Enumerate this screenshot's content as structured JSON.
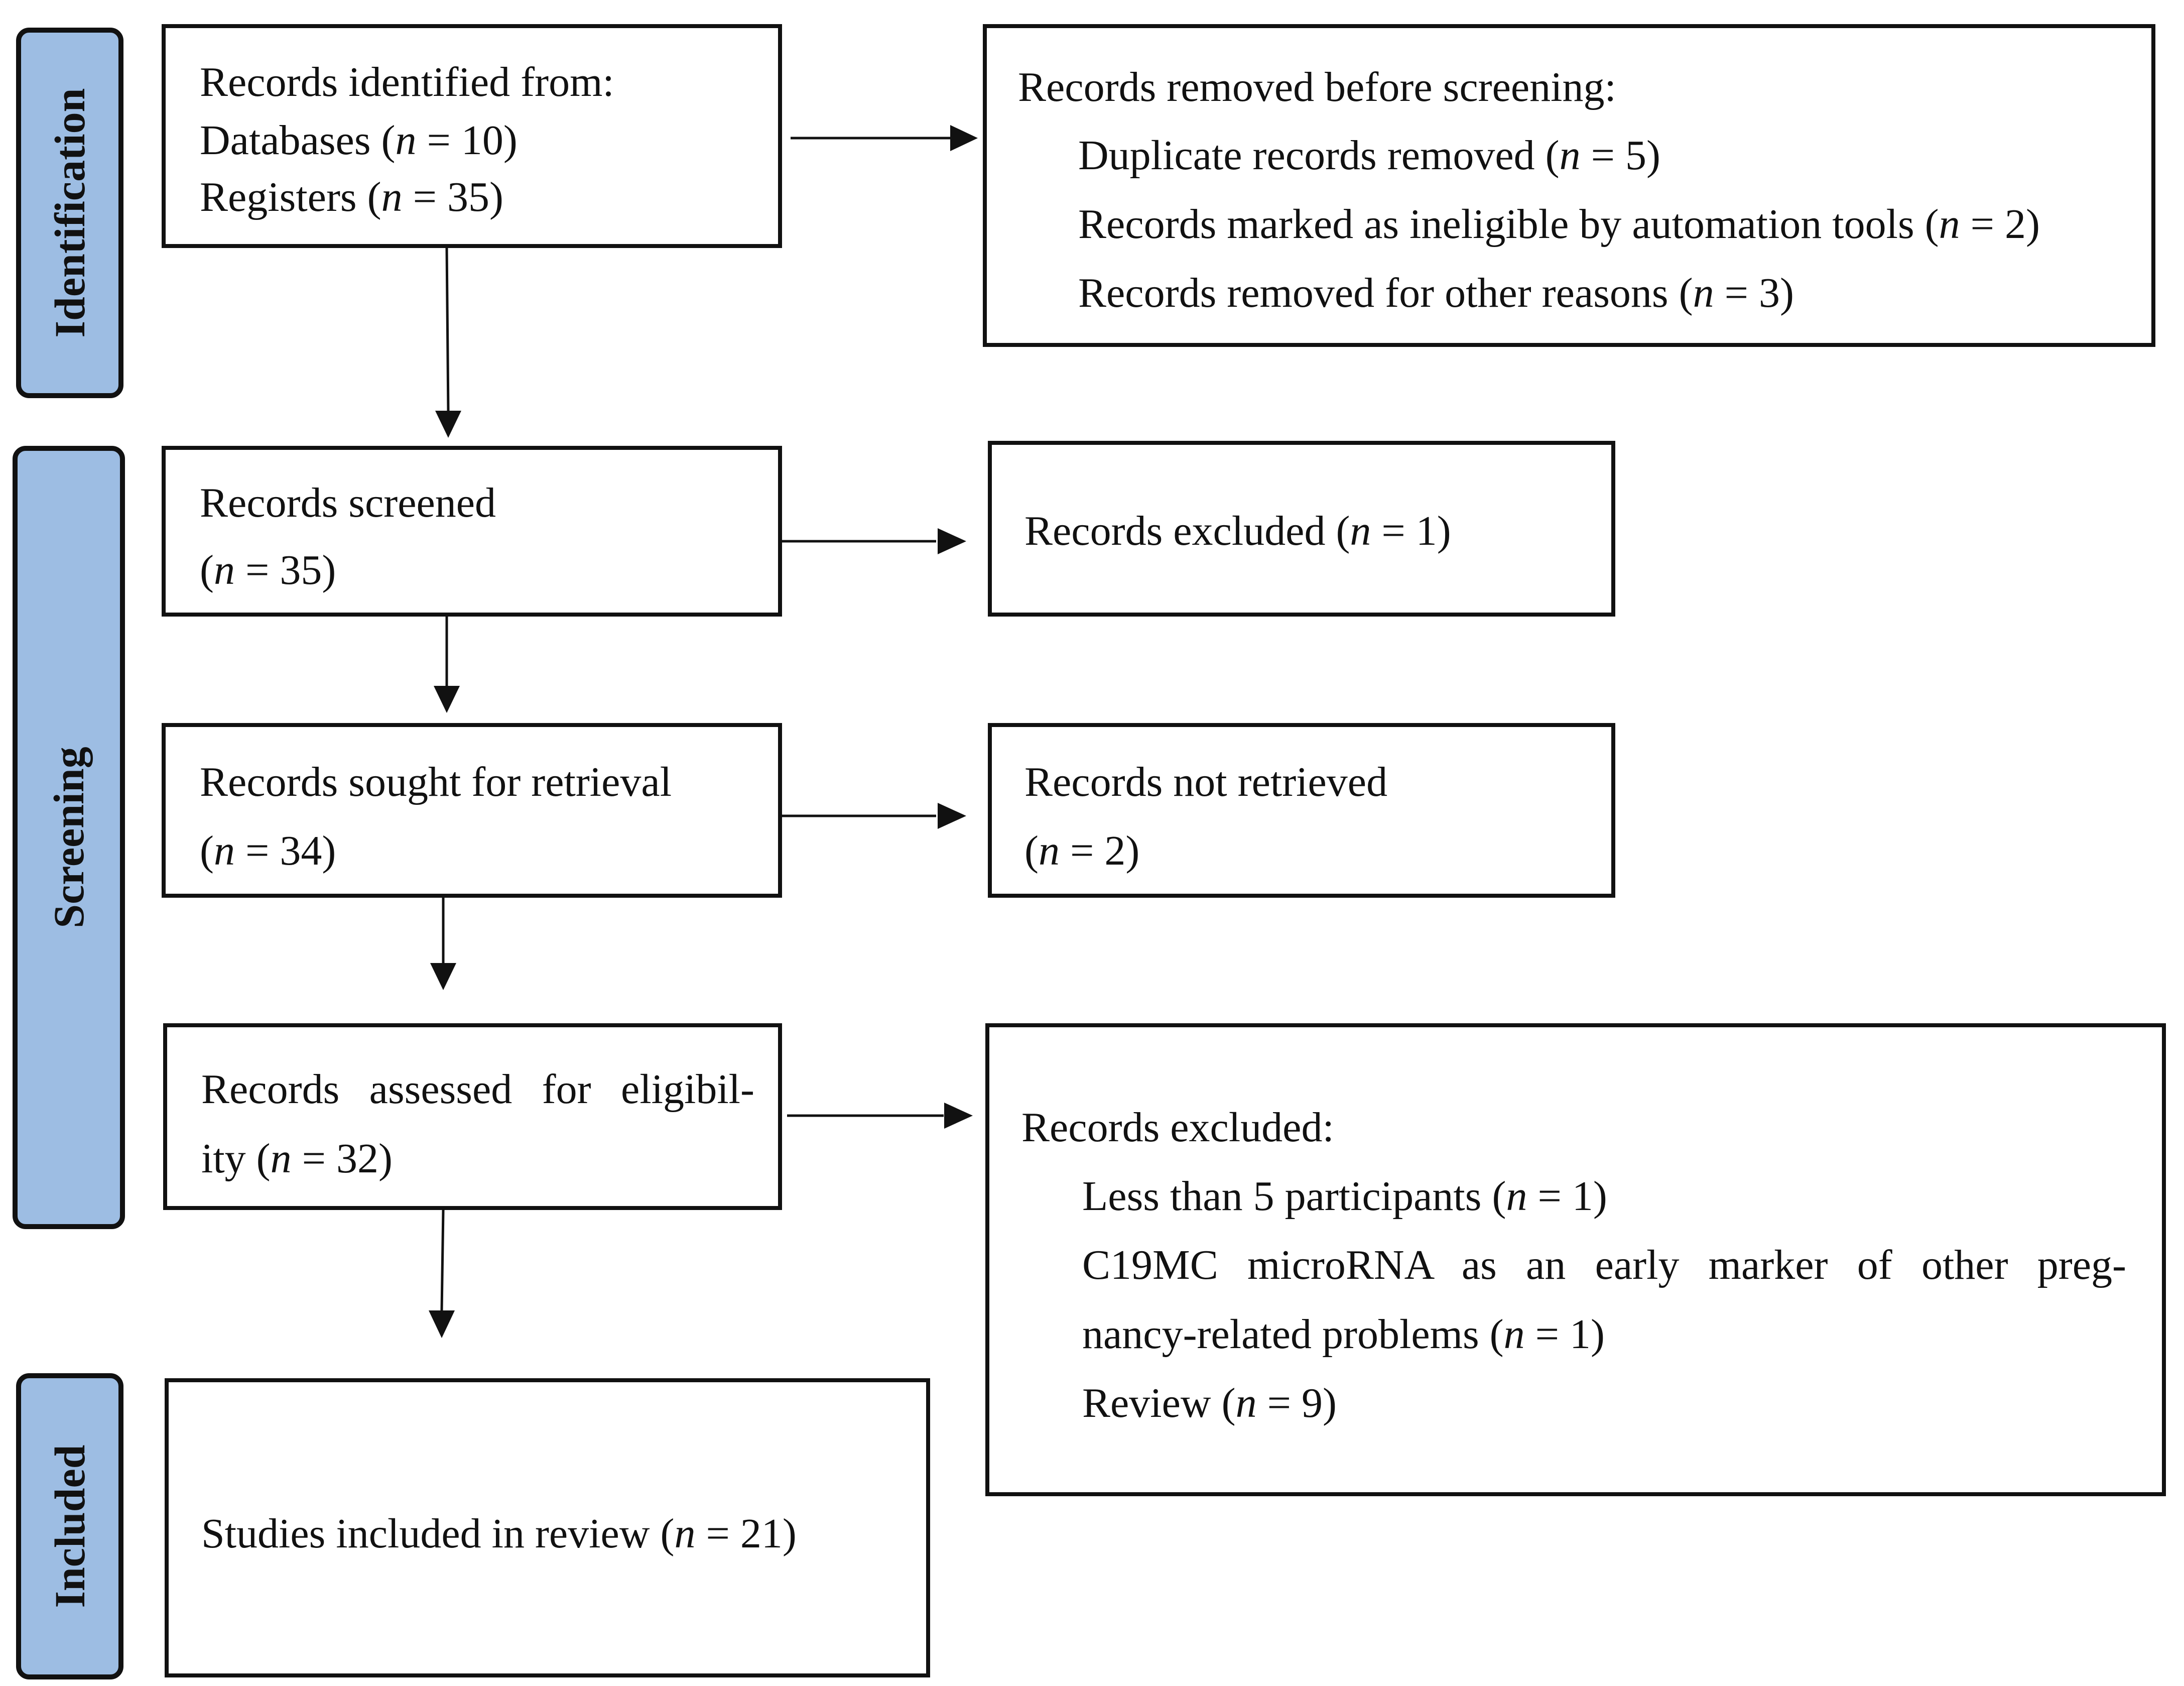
{
  "stages": {
    "identification": "Identification",
    "screening": "Screening",
    "included": "Included"
  },
  "identification": {
    "title": "Records identified from:",
    "databases_label": "Databases (",
    "databases_value": "10",
    "registers_label": "Registers (",
    "registers_value": "35"
  },
  "removed_before_screening": {
    "title": "Records removed before screening:",
    "duplicates_label": "Duplicate records removed (",
    "duplicates_value": "5",
    "automation_label": "Records marked as ineligible by automation tools (",
    "automation_value": "2",
    "other_label": "Records removed for other reasons (",
    "other_value": "3"
  },
  "screened": {
    "title": "Records screened",
    "value": "35"
  },
  "excluded_screening": {
    "label": "Records excluded (",
    "value": "1"
  },
  "sought": {
    "title": "Records sought for retrieval",
    "value": "34"
  },
  "not_retrieved": {
    "title": "Records not retrieved",
    "value": "2"
  },
  "assessed": {
    "title": "Records assessed for eligibil-",
    "line2_label": "ity (",
    "value": "32"
  },
  "excluded_eligibility": {
    "title": "Records excluded:",
    "reason1_label": "Less than 5 participants (",
    "reason1_value": "1",
    "reason2_line1": "C19MC microRNA as an early marker of other preg-",
    "reason2_line2_label": "nancy-related problems (",
    "reason2_value": "1",
    "reason3_label": "Review (",
    "reason3_value": "9"
  },
  "included": {
    "label": "Studies included in review (",
    "value": "21"
  },
  "notation": {
    "n_symbol": "n",
    "equals": " = ",
    "close": ")"
  }
}
